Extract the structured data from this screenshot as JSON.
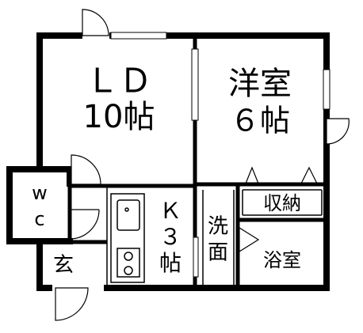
{
  "floorplan": {
    "living_dining": {
      "name": "ＬＤ",
      "size": "10帖"
    },
    "western_room": {
      "name": "洋室",
      "size": "６帖"
    },
    "kitchen": {
      "name": "Ｋ",
      "size": "３",
      "unit": "帖"
    },
    "wc": {
      "line1": "w",
      "line2": "c"
    },
    "storage": "収納",
    "washroom": {
      "line1": "洗",
      "line2": "面"
    },
    "bathroom": "浴室",
    "entrance": "玄"
  },
  "colors": {
    "wall": "#000000",
    "background": "#ffffff"
  }
}
